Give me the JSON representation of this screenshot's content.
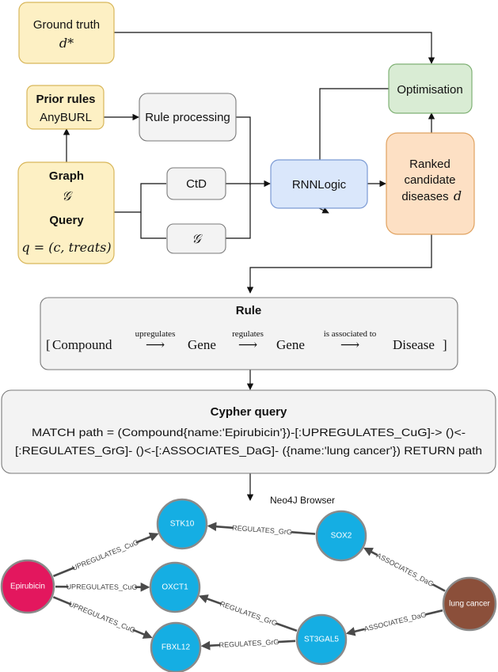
{
  "ground_truth": {
    "title": "Ground truth",
    "symbol": "d*"
  },
  "prior_rules": {
    "title": "Prior rules",
    "subtitle": "AnyBURL"
  },
  "rule_processing": {
    "label": "Rule processing"
  },
  "graph_query": {
    "graph_title": "Graph",
    "graph_symbol": "𝒢",
    "query_title": "Query",
    "query_formula": "q = (c, treats)"
  },
  "ctd": {
    "label": "CtD"
  },
  "g_box": {
    "label": "𝒢"
  },
  "rnnlogic": {
    "label": "RNNLogic"
  },
  "optimisation": {
    "label": "Optimisation"
  },
  "ranked": {
    "line1": "Ranked",
    "line2": "candidate",
    "line3": "diseases",
    "symbol": "d"
  },
  "rule": {
    "title": "Rule",
    "open_bracket": "[",
    "entity1": "Compound",
    "rel1": "upregulates",
    "entity2": "Gene",
    "rel2": "regulates",
    "entity3": "Gene",
    "rel3": "is associated to",
    "entity4": "Disease",
    "close_bracket": "]",
    "arrow": "⟶"
  },
  "cypher": {
    "title": "Cypher query",
    "line1": "MATCH path = (Compound{name:'Epirubicin'})-[:UPREGULATES_CuG]-> ()<-",
    "line2": "[:REGULATES_GrG]- ()<-[:ASSOCIATES_DaG]- ({name:'lung cancer'}) RETURN path"
  },
  "neo4j": {
    "caption": "Neo4J Browser",
    "colors": {
      "compound": "#e3175e",
      "gene": "#15aee3",
      "disease": "#8b4f3a",
      "node_border": "#8a8a8a"
    },
    "nodes": [
      {
        "id": "epirubicin",
        "label": "Epirubicin",
        "type": "compound"
      },
      {
        "id": "stk10",
        "label": "STK10",
        "type": "gene"
      },
      {
        "id": "oxct1",
        "label": "OXCT1",
        "type": "gene"
      },
      {
        "id": "fbxl12",
        "label": "FBXL12",
        "type": "gene"
      },
      {
        "id": "sox2",
        "label": "SOX2",
        "type": "gene"
      },
      {
        "id": "st3gal5",
        "label": "ST3GAL5",
        "type": "gene"
      },
      {
        "id": "lung_cancer",
        "label": "lung cancer",
        "type": "disease"
      }
    ],
    "edges": [
      {
        "from": "epirubicin",
        "to": "stk10",
        "label": "UPREGULATES_CuG"
      },
      {
        "from": "epirubicin",
        "to": "oxct1",
        "label": "UPREGULATES_CuG"
      },
      {
        "from": "epirubicin",
        "to": "fbxl12",
        "label": "UPREGULATES_CuG"
      },
      {
        "from": "sox2",
        "to": "stk10",
        "label": "REGULATES_GrG"
      },
      {
        "from": "st3gal5",
        "to": "oxct1",
        "label": "REGULATES_GrG"
      },
      {
        "from": "st3gal5",
        "to": "fbxl12",
        "label": "REGULATES_GrG"
      },
      {
        "from": "lung_cancer",
        "to": "sox2",
        "label": "ASSOCIATES_DaG"
      },
      {
        "from": "lung_cancer",
        "to": "st3gal5",
        "label": "ASSOCIATES_DaG"
      }
    ]
  }
}
